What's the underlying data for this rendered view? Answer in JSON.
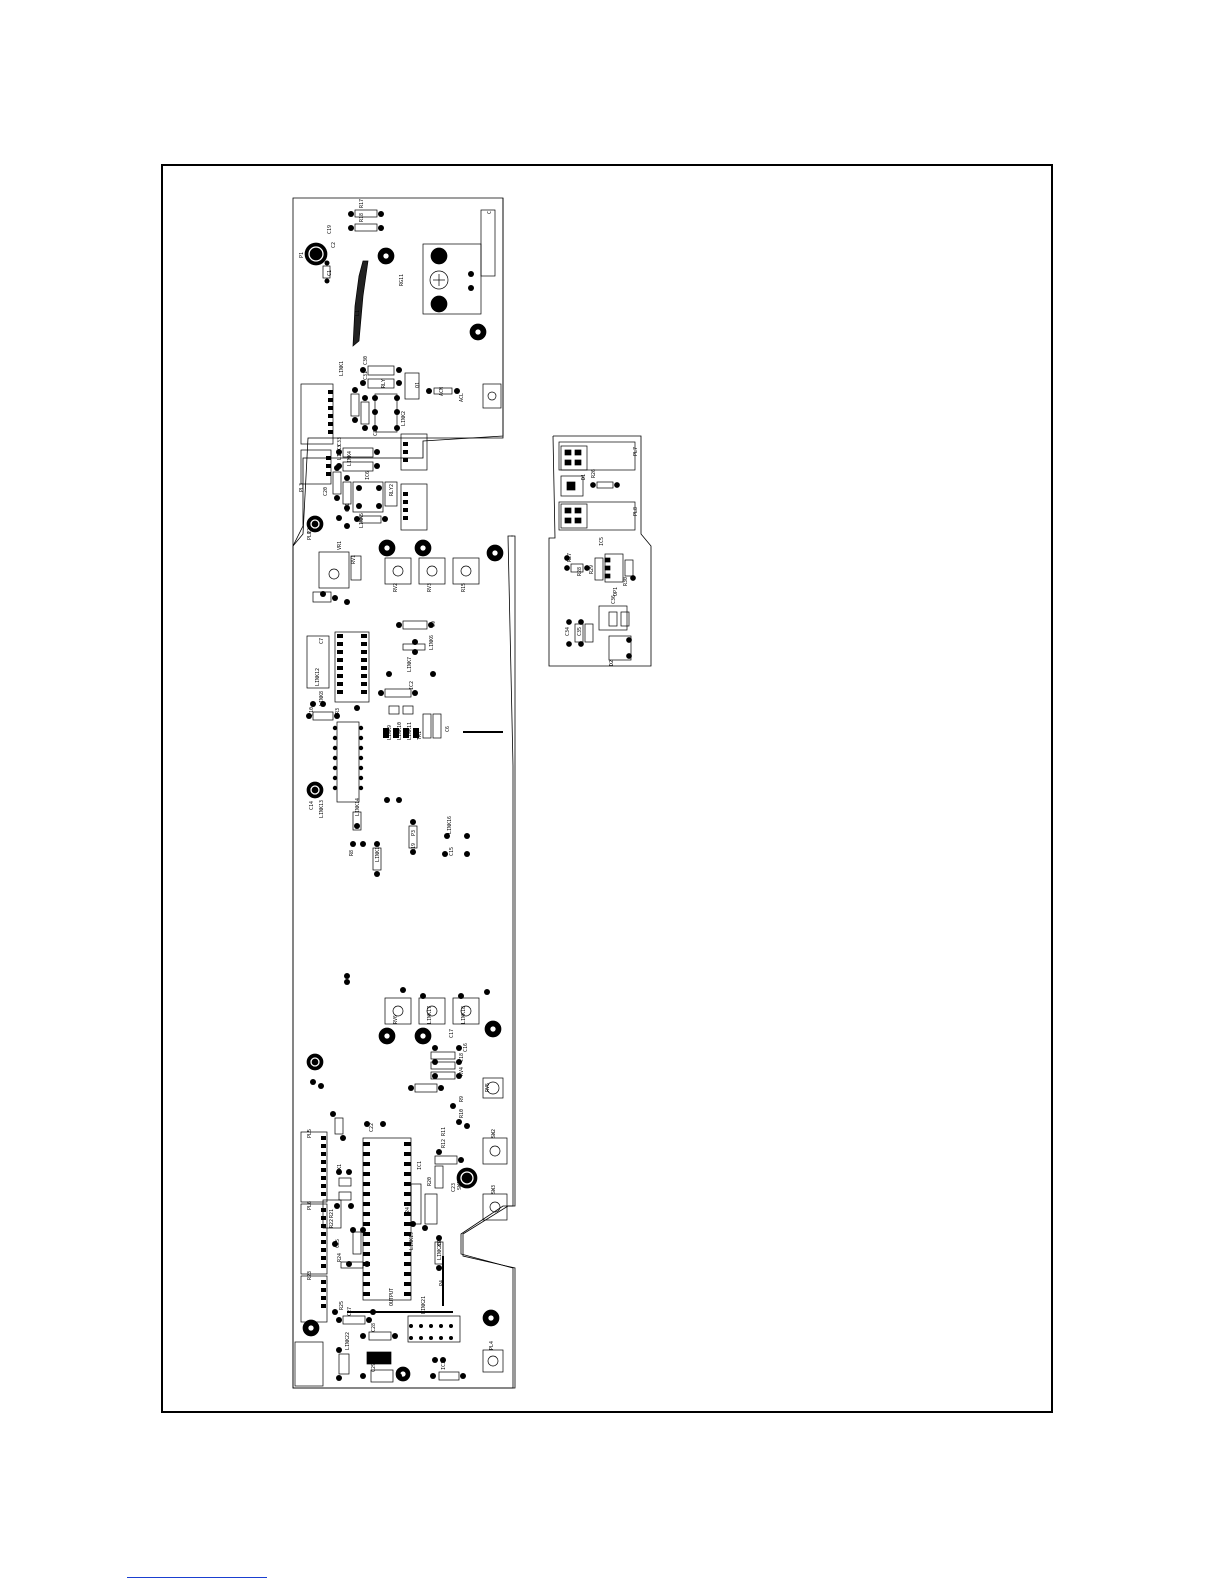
{
  "main_board": {
    "labels": [
      "R17",
      "R18",
      "C19",
      "C2",
      "P1",
      "C1",
      "RG11",
      "L1",
      "C",
      "ACL",
      "ACN",
      "C30",
      "C31",
      "LINK1",
      "Q1",
      "LINK2",
      "RLY",
      "C32",
      "C33",
      "LINK3",
      "PL3",
      "C20",
      "LINK4",
      "IC6",
      "RLY2",
      "LINK5",
      "C21",
      "PL1",
      "P2",
      "VR1",
      "RV1",
      "RV2",
      "RV3",
      "R15",
      "C9",
      "LINK6",
      "LINK7",
      "IC2",
      "LINK8",
      "LINK9",
      "LINK10",
      "LINK11",
      "TR1",
      "C6",
      "C7",
      "LINK12",
      "R3",
      "C10",
      "P3",
      "C14",
      "LINK13",
      "LINK14",
      "R8",
      "R19",
      "LINK15",
      "LINK16",
      "C15",
      "C16",
      "RV4",
      "RV5",
      "RV6",
      "LINK17",
      "LINK18",
      "C17",
      "C18",
      "R9",
      "R10",
      "R11",
      "R12",
      "IC1",
      "C22",
      "X1",
      "C23",
      "C24",
      "R20",
      "R21",
      "R22",
      "C25",
      "LINK19",
      "LINK20",
      "P4",
      "SW1",
      "SW2",
      "SW3",
      "PL4",
      "PL5",
      "PL6",
      "R23",
      "R24",
      "C26",
      "C27",
      "LINK21",
      "LINK22",
      "C28",
      "R25",
      "C29",
      "IC3",
      "OUTPUT"
    ]
  },
  "aux_board": {
    "labels": [
      "PL7",
      "D1",
      "R26",
      "PL8",
      "R27",
      "R28",
      "IC5",
      "R29",
      "R30",
      "C34",
      "C35",
      "C36",
      "D2",
      "OP1"
    ]
  }
}
